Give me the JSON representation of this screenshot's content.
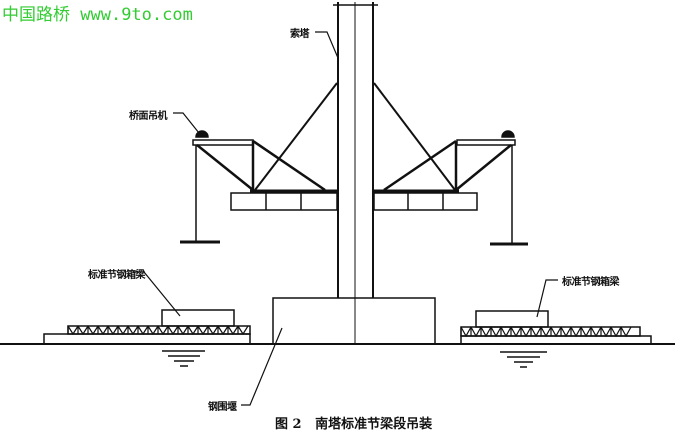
{
  "watermark": {
    "site_name": "中国路桥",
    "url": "www.9to.com",
    "color": "#33cc33"
  },
  "labels": {
    "tower": "索塔",
    "deck_crane": "桥面吊机",
    "steel_box_girder_left": "标准节钢箱梁",
    "steel_box_girder_right": "标准节钢箱梁",
    "cofferdam": "钢围堰"
  },
  "caption": {
    "figure_number": "图 2",
    "title": "南塔标准节梁段吊装"
  }
}
